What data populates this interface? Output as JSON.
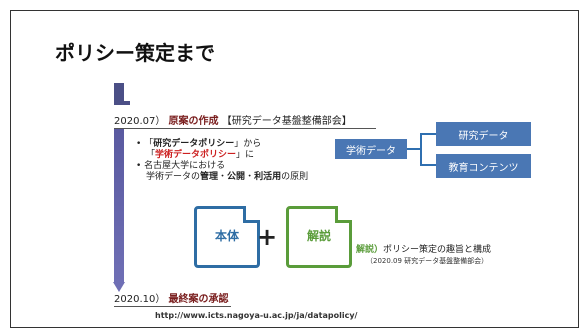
{
  "slide": {
    "title": "ポリシー策定まで",
    "milestone1": {
      "date": "2020.07）",
      "label": "原案の作成",
      "org": "【研究データ基盤整備部会】"
    },
    "bullets": {
      "line1a": "「",
      "line1b": "研究データポリシー",
      "line1c": "」から",
      "line2a": "「",
      "line2b": "学術データポリシー",
      "line2c": "」に",
      "line3": "名古屋大学における",
      "line4a": "学術データの",
      "line4b": "管理",
      "line4c": "・",
      "line4d": "公開",
      "line4e": "・",
      "line4f": "利活用",
      "line4g": "の原則"
    },
    "diagram": {
      "root": "学術データ",
      "child1": "研究データ",
      "child2": "教育コンテンツ"
    },
    "docs": {
      "main": "本体",
      "plus": "+",
      "explain": "解説"
    },
    "explanation": {
      "label": "解説）",
      "text": "ポリシー策定の趣旨と構成",
      "sub": "（2020.09 研究データ基盤整備部会）"
    },
    "milestone2": {
      "date": "2020.10）",
      "label": "最終案の承認"
    },
    "url": "http://www.icts.nagoya-u.ac.jp/ja/datapolicy/"
  },
  "colors": {
    "timeline": "#5a5aa0",
    "box": "#4a77b4",
    "doc_main": "#2e6da4",
    "doc_explain": "#5a9c3a",
    "accent_red": "#cc2020"
  }
}
